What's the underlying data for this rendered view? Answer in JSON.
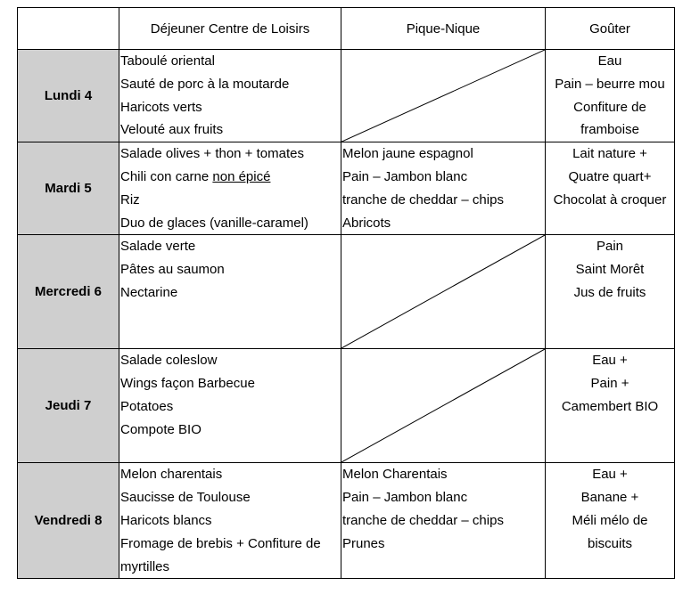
{
  "headers": {
    "day": "",
    "lunch": "Déjeuner Centre de Loisirs",
    "picnic": "Pique-Nique",
    "snack": "Goûter"
  },
  "rows": [
    {
      "day": "Lundi 4",
      "lunch": [
        "Taboulé oriental",
        "Sauté de porc à la moutarde",
        "Haricots verts",
        "Velouté aux fruits"
      ],
      "picnic": [],
      "snack": [
        "Eau",
        "Pain – beurre mou",
        "Confiture de",
        "framboise"
      ]
    },
    {
      "day": "Mardi 5",
      "lunch": [
        "Salade olives + thon + tomates",
        "Chili con carne ",
        "non épicé",
        "Riz",
        "Duo de glaces (vanille-caramel)"
      ],
      "picnic": [
        "Melon  jaune espagnol",
        "Pain – Jambon blanc",
        "tranche de cheddar – chips",
        "Abricots"
      ],
      "snack": [
        "Lait nature +",
        "Quatre quart+",
        "Chocolat à croquer"
      ]
    },
    {
      "day": "Mercredi  6",
      "lunch": [
        "Salade verte",
        "Pâtes au saumon",
        "Nectarine"
      ],
      "picnic": [],
      "snack": [
        "Pain",
        "Saint Morêt",
        "Jus de fruits"
      ]
    },
    {
      "day": "Jeudi 7",
      "lunch": [
        "Salade coleslow",
        "Wings façon Barbecue",
        "Potatoes",
        "Compote  BIO"
      ],
      "picnic": [],
      "snack": [
        "Eau +",
        "Pain +",
        "Camembert BIO"
      ]
    },
    {
      "day": "Vendredi 8",
      "lunch": [
        "Melon charentais",
        "Saucisse de Toulouse",
        "Haricots blancs",
        "Fromage de brebis + Confiture de",
        "myrtilles"
      ],
      "picnic": [
        "Melon  Charentais",
        "Pain – Jambon blanc",
        "tranche de cheddar – chips",
        "Prunes"
      ],
      "snack": [
        "Eau +",
        "Banane +",
        "Méli mélo de",
        "biscuits"
      ]
    }
  ]
}
